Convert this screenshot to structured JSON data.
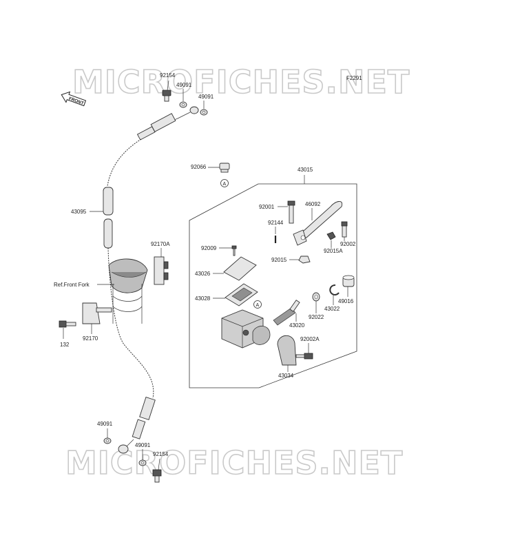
{
  "figure_code": "F2291",
  "watermarks": [
    "MICROFICHES.NET",
    "MICROFICHES.NET"
  ],
  "front_marker": "FRONT",
  "ref_label": "Ref.Front Fork",
  "labels": {
    "p92154_top": "92154",
    "p49091_a": "49091",
    "p49091_b": "49091",
    "p43095": "43095",
    "p92170A": "92170A",
    "p132": "132",
    "p92170": "92170",
    "p49091_c": "49091",
    "p49091_d": "49091",
    "p92154_bot": "92154",
    "p92066": "92066",
    "ref_a_top": "A",
    "p43015": "43015",
    "p92001": "92001",
    "p46092": "46092",
    "p92144": "92144",
    "p92002": "92002",
    "p92009": "92009",
    "p92015": "92015",
    "p92015A": "92015A",
    "p43026": "43026",
    "p43028": "43028",
    "ref_a_mid": "A",
    "p49016": "49016",
    "p43022": "43022",
    "p92022": "92022",
    "p43020": "43020",
    "p92002A": "92002A",
    "p43034": "43034"
  }
}
